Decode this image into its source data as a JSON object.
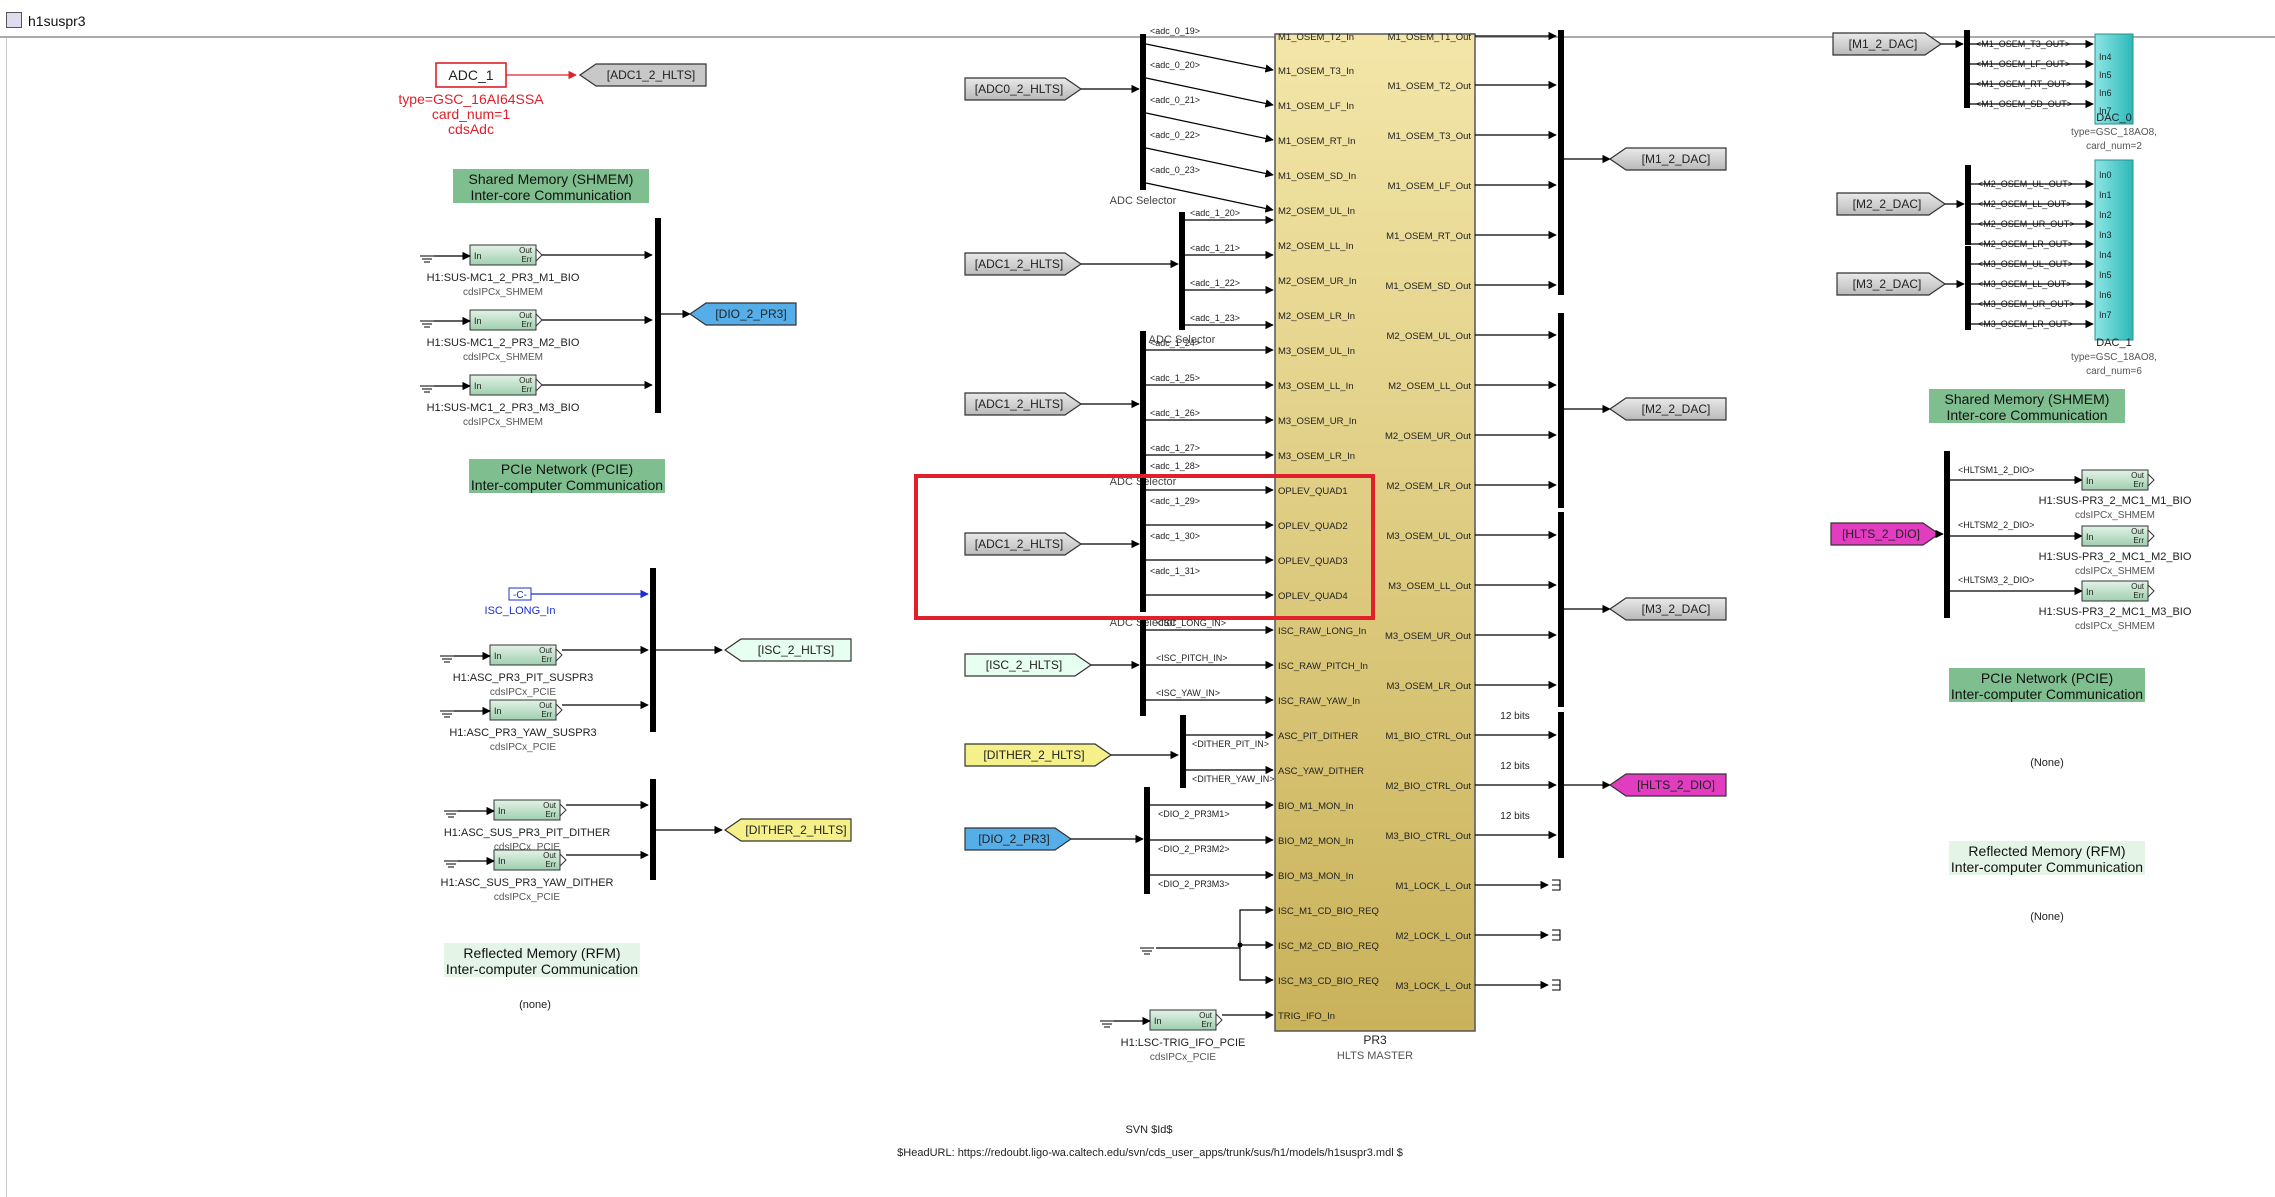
{
  "window": {
    "title": "h1suspr3"
  },
  "adc": {
    "name": "ADC_1",
    "type": "type=GSC_16AI64SSA",
    "card": "card_num=1",
    "lib": "cdsAdc",
    "goto": "[ADC1_2_HLTS]"
  },
  "annotations": {
    "shmem_left": [
      "Shared Memory (SHMEM)",
      "Inter-core Communication"
    ],
    "pcie_left": [
      "PCIe Network (PCIE)",
      "Inter-computer Communication"
    ],
    "rfm_left": [
      "Reflected Memory (RFM)",
      "Inter-computer Communication"
    ],
    "rfm_left_none": "(none)",
    "shmem_right": [
      "Shared Memory (SHMEM)",
      "Inter-core Communication"
    ],
    "pcie_right": [
      "PCIe Network (PCIE)",
      "Inter-computer Communication"
    ],
    "pcie_right_none": "(None)",
    "rfm_right": [
      "Reflected Memory (RFM)",
      "Inter-computer Communication"
    ],
    "rfm_right_none": "(None)"
  },
  "ipc_blocks": [
    {
      "name": "H1:SUS-MC1_2_PR3_M1_BIO",
      "lib": "cdsIPCx_SHMEM"
    },
    {
      "name": "H1:SUS-MC1_2_PR3_M2_BIO",
      "lib": "cdsIPCx_SHMEM"
    },
    {
      "name": "H1:SUS-MC1_2_PR3_M3_BIO",
      "lib": "cdsIPCx_SHMEM"
    },
    {
      "name": "H1:ASC_PR3_PIT_SUSPR3",
      "lib": "cdsIPCx_PCIE"
    },
    {
      "name": "H1:ASC_PR3_YAW_SUSPR3",
      "lib": "cdsIPCx_PCIE"
    },
    {
      "name": "H1:ASC_SUS_PR3_PIT_DITHER",
      "lib": "cdsIPCx_PCIE"
    },
    {
      "name": "H1:ASC_SUS_PR3_YAW_DITHER",
      "lib": "cdsIPCx_PCIE"
    },
    {
      "name": "H1:LSC-TRIG_IFO_PCIE",
      "lib": "cdsIPCx_PCIE"
    },
    {
      "name": "H1:SUS-PR3_2_MC1_M1_BIO",
      "lib": "cdsIPCx_SHMEM"
    },
    {
      "name": "H1:SUS-PR3_2_MC1_M2_BIO",
      "lib": "cdsIPCx_SHMEM"
    },
    {
      "name": "H1:SUS-PR3_2_MC1_M3_BIO",
      "lib": "cdsIPCx_SHMEM"
    }
  ],
  "port_labels": {
    "in": "In",
    "out": "Out",
    "err": "Err"
  },
  "goto_tags": {
    "dio_2_pr3": "[DIO_2_PR3]",
    "isc_2_hlts": "[ISC_2_HLTS]",
    "dither_2_hlts": "[DITHER_2_HLTS]",
    "m1_2_dac": "[M1_2_DAC]",
    "m2_2_dac": "[M2_2_DAC]",
    "m3_2_dac": "[M3_2_DAC]",
    "hlts_2_dio": "[HLTS_2_DIO]"
  },
  "from_tags": {
    "adc0": "[ADC0_2_HLTS]",
    "adc1_a": "[ADC1_2_HLTS]",
    "adc1_b": "[ADC1_2_HLTS]",
    "adc1_c": "[ADC1_2_HLTS]",
    "isc": "[ISC_2_HLTS]",
    "dither": "[DITHER_2_HLTS]",
    "dio": "[DIO_2_PR3]",
    "m1": "[M1_2_DAC]",
    "m2": "[M2_2_DAC]",
    "m3": "[M3_2_DAC]",
    "hlts_dio": "[HLTS_2_DIO]"
  },
  "constant": {
    "value": "-C-",
    "label": "ISC_LONG_In"
  },
  "selectors": {
    "label": "ADC Selector"
  },
  "bus_labels": {
    "adc0": [
      "<adc_0_19>",
      "<adc_0_20>",
      "<adc_0_21>",
      "<adc_0_22>",
      "<adc_0_23>"
    ],
    "adc1a": [
      "<adc_1_20>",
      "<adc_1_21>",
      "<adc_1_22>",
      "<adc_1_23>"
    ],
    "adc1b": [
      "<adc_1_24>",
      "<adc_1_25>",
      "<adc_1_26>",
      "<adc_1_27>"
    ],
    "adc1c": [
      "<adc_1_28>",
      "<adc_1_29>",
      "<adc_1_30>",
      "<adc_1_31>"
    ],
    "isc": [
      "<ISC_LONG_IN>",
      "<ISC_PITCH_IN>",
      "<ISC_YAW_IN>"
    ],
    "dither": [
      "<DITHER_PIT_IN>",
      "<DITHER_YAW_IN>"
    ],
    "dio": [
      "<DIO_2_PR3M1>",
      "<DIO_2_PR3M2>",
      "<DIO_2_PR3M3>"
    ],
    "hltsm": [
      "<HLTSM1_2_DIO>",
      "<HLTSM2_2_DIO>",
      "<HLTSM3_2_DIO>"
    ],
    "dac0": [
      "<M1_OSEM_T3_OUT>",
      "<M1_OSEM_LF_OUT>",
      "<M1_OSEM_RT_OUT>",
      "<M1_OSEM_SD_OUT>"
    ],
    "dac1": [
      "<M2_OSEM_UL_OUT>",
      "<M2_OSEM_LL_OUT>",
      "<M2_OSEM_UR_OUT>",
      "<M2_OSEM_LR_OUT>",
      "<M3_OSEM_UL_OUT>",
      "<M3_OSEM_LL_OUT>",
      "<M3_OSEM_UR_OUT>",
      "<M3_OSEM_LR_OUT>"
    ]
  },
  "master": {
    "name": "PR3",
    "subtitle": "HLTS MASTER",
    "inputs": [
      "M1_OSEM_T2_In",
      "M1_OSEM_T3_In",
      "M1_OSEM_LF_In",
      "M1_OSEM_RT_In",
      "M1_OSEM_SD_In",
      "M2_OSEM_UL_In",
      "M2_OSEM_LL_In",
      "M2_OSEM_UR_In",
      "M2_OSEM_LR_In",
      "M3_OSEM_UL_In",
      "M3_OSEM_LL_In",
      "M3_OSEM_UR_In",
      "M3_OSEM_LR_In",
      "OPLEV_QUAD1",
      "OPLEV_QUAD2",
      "OPLEV_QUAD3",
      "OPLEV_QUAD4",
      "ISC_RAW_LONG_In",
      "ISC_RAW_PITCH_In",
      "ISC_RAW_YAW_In",
      "ASC_PIT_DITHER",
      "ASC_YAW_DITHER",
      "BIO_M1_MON_In",
      "BIO_M2_MON_In",
      "BIO_M3_MON_In",
      "ISC_M1_CD_BIO_REQ",
      "ISC_M2_CD_BIO_REQ",
      "ISC_M3_CD_BIO_REQ",
      "TRIG_IFO_In"
    ],
    "outputs": [
      "M1_OSEM_T1_Out",
      "M1_OSEM_T2_Out",
      "M1_OSEM_T3_Out",
      "M1_OSEM_LF_Out",
      "M1_OSEM_RT_Out",
      "M1_OSEM_SD_Out",
      "M2_OSEM_UL_Out",
      "M2_OSEM_LL_Out",
      "M2_OSEM_UR_Out",
      "M2_OSEM_LR_Out",
      "M3_OSEM_UL_Out",
      "M3_OSEM_LL_Out",
      "M3_OSEM_UR_Out",
      "M3_OSEM_LR_Out",
      "M1_BIO_CTRL_Out",
      "M2_BIO_CTRL_Out",
      "M3_BIO_CTRL_Out",
      "M1_LOCK_L_Out",
      "M2_LOCK_L_Out",
      "M3_LOCK_L_Out"
    ]
  },
  "bits_label": "12 bits",
  "dacs": [
    {
      "name": "DAC_0",
      "type": "type=GSC_18AO8,",
      "card": "card_num=2",
      "ports": [
        "In4",
        "In5",
        "In6",
        "In7"
      ]
    },
    {
      "name": "DAC_1",
      "type": "type=GSC_18AO8,",
      "card": "card_num=6",
      "ports": [
        "In0",
        "In1",
        "In2",
        "In3",
        "In4",
        "In5",
        "In6",
        "In7"
      ]
    }
  ],
  "footer": {
    "svn": "SVN $Id$",
    "headurl": "$HeadURL: https://redoubt.ligo-wa.caltech.edu/svn/cds_user_apps/trunk/sus/h1/models/h1suspr3.mdl $"
  },
  "colors": {
    "highlight": "#e0202a",
    "annotation_green": "#7fbf8f",
    "annotation_light": "#e4f5e8",
    "master_top": "#f3e6a8",
    "master_bottom": "#c9b25a",
    "dac": "#36c4c4",
    "dio_tag": "#56aee8",
    "isc_tag": "#e6fff0",
    "dither_tag": "#f5f08a",
    "hlts_dio_tag": "#e23cc0",
    "ipc_block": "#b9dcc4",
    "from_tag": "#c8c8c8"
  }
}
